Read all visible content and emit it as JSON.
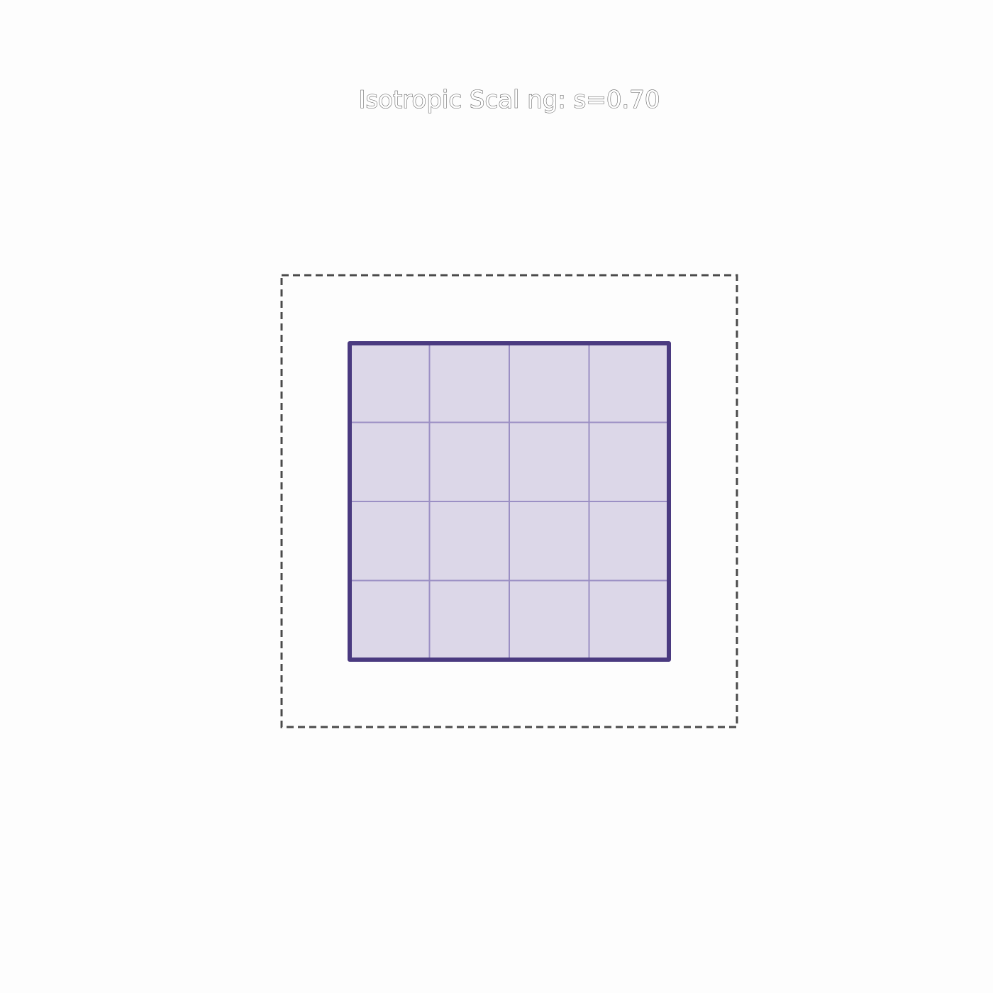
{
  "title": "Isotropic Scal ng: s=0.70",
  "scale_factor": 0.7,
  "grid": {
    "rows": 4,
    "cols": 4
  },
  "colors": {
    "background": "#fdfdfd",
    "outline_dashed": "#4a4a4a",
    "square_fill": "#dcd7e8",
    "square_border": "#4a3a80",
    "grid_lines": "#9b8fc4"
  }
}
